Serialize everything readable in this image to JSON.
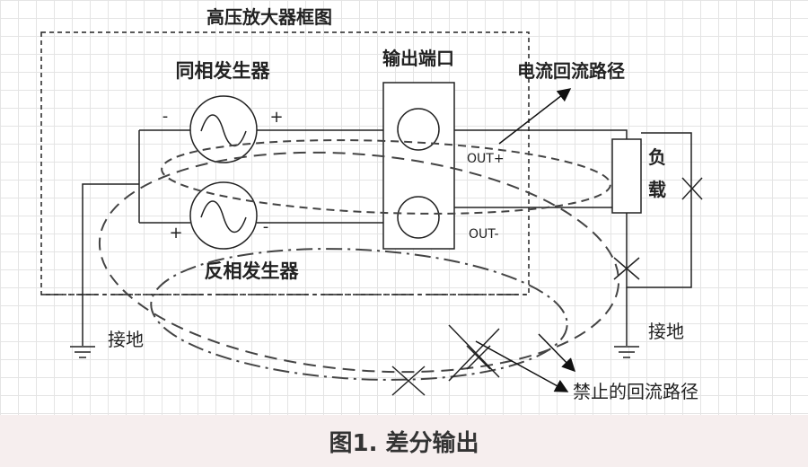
{
  "diagram": {
    "title": "高压放大器框图",
    "in_phase_generator": "同相发生器",
    "anti_phase_generator": "反相发生器",
    "output_port": "输出端口",
    "current_return_path": "电流回流路径",
    "forbidden_return_path": "禁止的回流路径",
    "load_char1": "负",
    "load_char2": "载",
    "ground_left": "接地",
    "ground_right": "接地",
    "out_plus": "OUT+",
    "out_minus": "OUT-",
    "gen1_minus": "-",
    "gen1_plus": "+",
    "gen2_plus": "+",
    "gen2_minus": "-"
  },
  "caption": "图1. 差分输出"
}
